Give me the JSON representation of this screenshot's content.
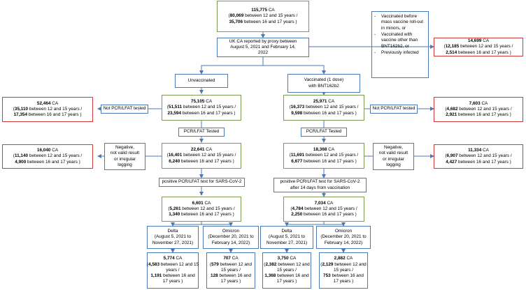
{
  "total": {
    "count": "115,775",
    "unit": "CA",
    "a": "80,069",
    "a_txt": "between 12 and 15 years /",
    "b": "35,706",
    "b_txt": "between 16 and 17 years )"
  },
  "uk": {
    "l1": "UK CA reported by proxy between",
    "l2": "August 5, 2021 and February 14,",
    "l3": "2022"
  },
  "excl_reasons": [
    "Vaccinated before mass vaccine roll-out in minors, or",
    "Vaccinated with vaccine other than BNT162b2, or",
    "Previously infected"
  ],
  "excl": {
    "count": "14,699",
    "unit": "CA",
    "a": "12,185",
    "a_txt": "between 12 and 15 years /",
    "b": "2,514",
    "b_txt": "between 16 and 17 years )"
  },
  "unvacc": {
    "label": "Unvaccinated"
  },
  "vacc": {
    "l1": "Vaccinated (1 dose)",
    "l2": "with BNT162b2"
  },
  "u_main": {
    "count": "75,105",
    "unit": "CA",
    "a": "51,511",
    "a_txt": "between 12 and 15 years /",
    "b": "23,594",
    "b_txt": "between 16 and 17 years )"
  },
  "v_main": {
    "count": "25,971",
    "unit": "CA",
    "a": "16,373",
    "a_txt": "between 12 and 15 years /",
    "b": "9,598",
    "b_txt": "between 16 and 17 years )"
  },
  "u_not": {
    "count": "52,464",
    "unit": "CA",
    "a": "35,110",
    "a_txt": "between 12 and 15 years /",
    "b": "17,354",
    "b_txt": "between 16 and 17 years )"
  },
  "v_not": {
    "count": "7,603",
    "unit": "CA",
    "a": "4,682",
    "a_txt": "between 12 and 15 years /",
    "b": "2,921",
    "b_txt": "between 16 and 17 years )"
  },
  "not_tested_label": "Not PCR/LFAT tested",
  "tested_label": "PCR/LFAT Tested",
  "u_tested": {
    "count": "22,641",
    "unit": "CA",
    "a": "16,401",
    "a_txt": "between 12 and 15 years /",
    "b": "6,240",
    "b_txt": "between 16 and 17 years )"
  },
  "v_tested": {
    "count": "18,368",
    "unit": "CA",
    "a": "11,691",
    "a_txt": "between 12 and 15 years /",
    "b": "6,677",
    "b_txt": "between 16 and 17 years )"
  },
  "neg": {
    "l1": "Negative,",
    "l2": "not valid result",
    "l3": "or irregular",
    "l4": "logging"
  },
  "u_neg": {
    "count": "16,040",
    "unit": "CA",
    "a": "11,140",
    "a_txt": "between 12 and 15 years /",
    "b": "4,900",
    "b_txt": "between 16 and 17 years )"
  },
  "v_neg": {
    "count": "11,334",
    "unit": "CA",
    "a": "6,907",
    "a_txt": "between 12 and 15 years /",
    "b": "4,427",
    "b_txt": "between 16 and 17 years )"
  },
  "u_pos_label": "positive PCR/LFAT test for SARS-CoV-2",
  "v_pos_label": {
    "l1": "positive PCR/LFAT test for SARS-CoV-2",
    "l2": "after 14 days from vaccination"
  },
  "u_pos": {
    "count": "6,601",
    "unit": "CA",
    "a": "5,261",
    "a_txt": "between 12 and 15 years /",
    "b": "1,340",
    "b_txt": "between 16 and 17 years )"
  },
  "v_pos": {
    "count": "7,034",
    "unit": "CA",
    "a": "4,784",
    "a_txt": "between 12 and 15 years /",
    "b": "2,250",
    "b_txt": "between 16 and 17 years )"
  },
  "delta": {
    "name": "Delta",
    "l1": "(August 5, 2021 to",
    "l2": "November 27, 2021)"
  },
  "omicron": {
    "name": "Omicron",
    "l1": "(December 20, 2021 to",
    "l2": "February 14, 2022)"
  },
  "u_delta": {
    "count": "5,774",
    "unit": "CA",
    "a": "4,583",
    "b": "1,191",
    "l1": "between 12 and 15",
    "l2": "years /",
    "l3": "between 16 and",
    "l4": "17 years )"
  },
  "u_omicron": {
    "count": "707",
    "unit": "CA",
    "a": "579",
    "b": "128",
    "l1": "between 12 and",
    "l2": "15 years /",
    "l3": "between 16 and",
    "l4": "17 years )"
  },
  "v_delta": {
    "count": "3,750",
    "unit": "CA",
    "a": "2,382",
    "b": "1,368",
    "l1": "between 12 and",
    "l2": "15 years /",
    "l3": "between 16 and",
    "l4": "17 years )"
  },
  "v_omicron": {
    "count": "2,882",
    "unit": "CA",
    "a": "2,129",
    "b": "753",
    "l1": "between 12 and",
    "l2": "15 years /",
    "l3": "between 16 and",
    "l4": "17 years )"
  }
}
